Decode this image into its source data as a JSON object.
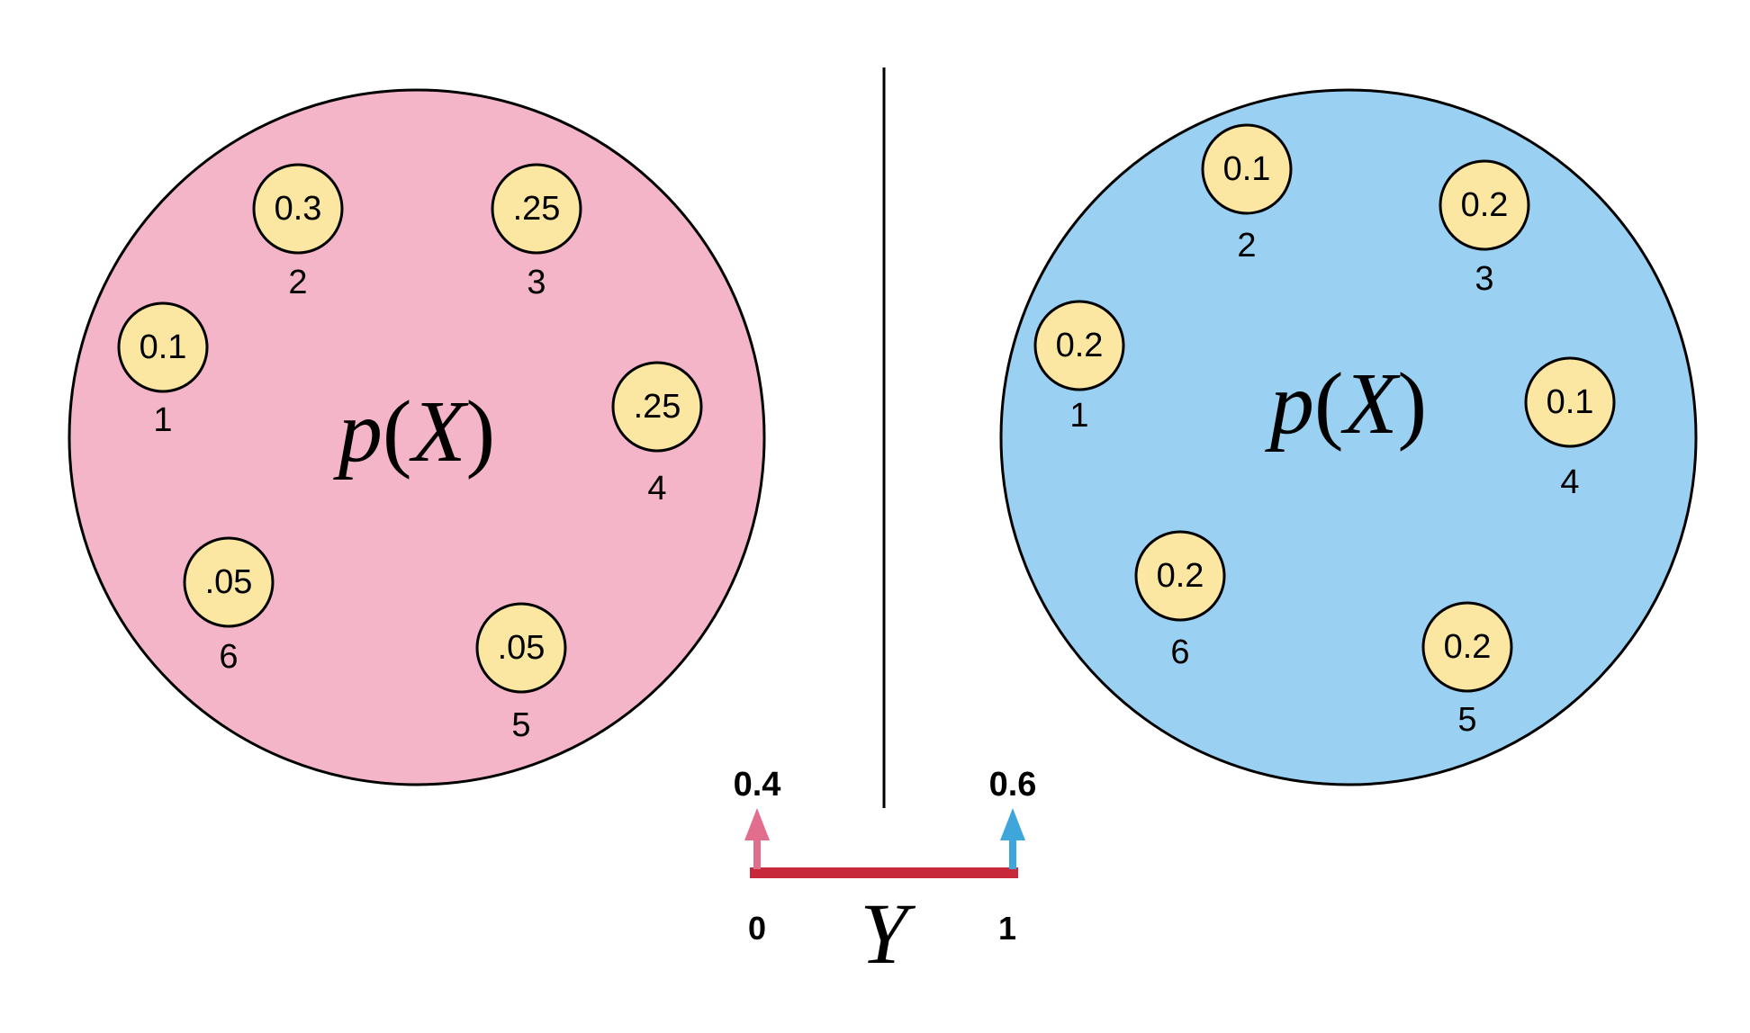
{
  "colors": {
    "left_circle": "#f4b5c8",
    "right_circle": "#9ad0f1",
    "node_fill": "#fbe7a1",
    "outline": "#000000",
    "axis_bar": "#c7283a",
    "arrow_y0": "#e06e8c",
    "arrow_y1": "#3fa6dc"
  },
  "left_distribution": {
    "label_p": "p",
    "label_open": "(",
    "label_var": "X",
    "label_close": ")",
    "outcomes": [
      {
        "index": "1",
        "prob": "0.1"
      },
      {
        "index": "2",
        "prob": "0.3"
      },
      {
        "index": "3",
        "prob": ".25"
      },
      {
        "index": "4",
        "prob": ".25"
      },
      {
        "index": "5",
        "prob": ".05"
      },
      {
        "index": "6",
        "prob": ".05"
      }
    ]
  },
  "right_distribution": {
    "label_p": "p",
    "label_open": "(",
    "label_var": "X",
    "label_close": ")",
    "outcomes": [
      {
        "index": "1",
        "prob": "0.2"
      },
      {
        "index": "2",
        "prob": "0.1"
      },
      {
        "index": "3",
        "prob": "0.2"
      },
      {
        "index": "4",
        "prob": "0.1"
      },
      {
        "index": "5",
        "prob": "0.2"
      },
      {
        "index": "6",
        "prob": "0.2"
      }
    ]
  },
  "y_axis": {
    "label": "Y",
    "tick0": "0",
    "tick1": "1",
    "p0": "0.4",
    "p1": "0.6"
  }
}
